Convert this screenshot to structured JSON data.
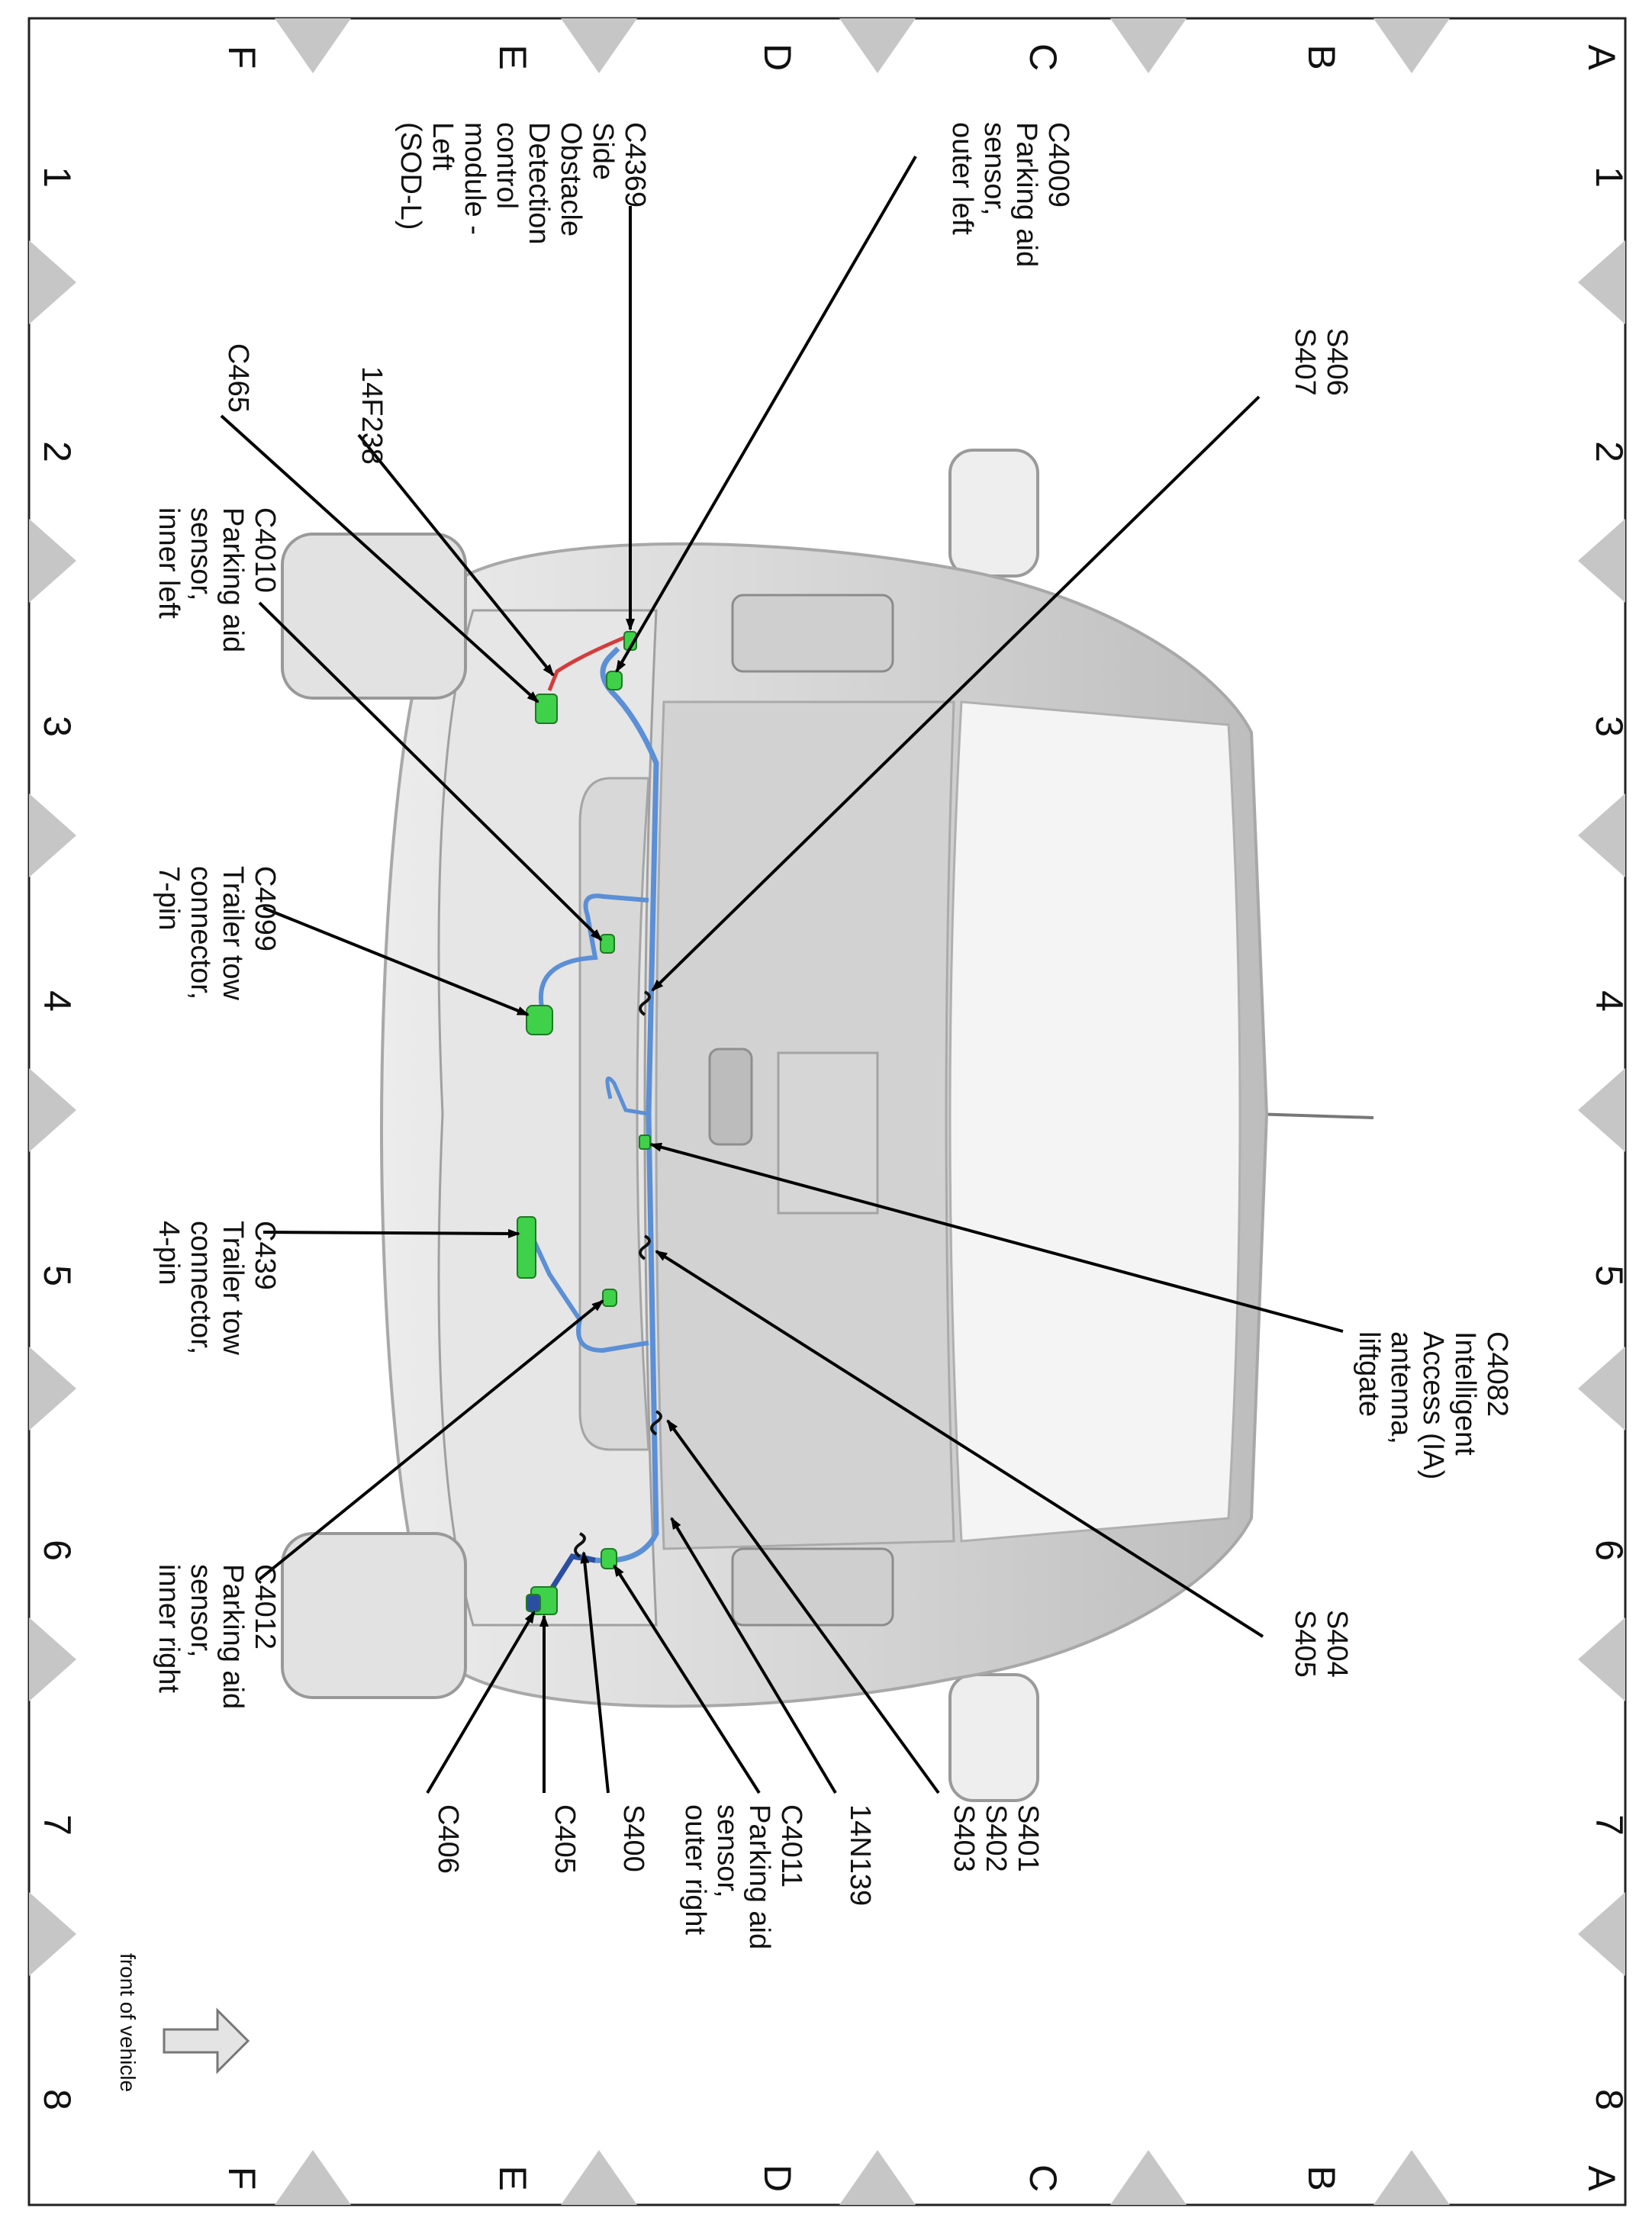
{
  "grid": {
    "rows": [
      "A",
      "B",
      "C",
      "D",
      "E",
      "F"
    ],
    "columns": [
      "1",
      "2",
      "3",
      "4",
      "5",
      "6",
      "7",
      "8"
    ]
  },
  "callouts": {
    "c4009": [
      "C4009",
      "Parking aid",
      "sensor,",
      "outer left"
    ],
    "c4369": [
      "C4369",
      "Side",
      "Obstacle",
      "Detection",
      "control",
      "module -",
      "Left",
      "(SOD-L)"
    ],
    "s406": [
      "S406",
      "S407"
    ],
    "f14f238": [
      "14F238"
    ],
    "c465": [
      "C465"
    ],
    "c4010": [
      "C4010",
      "Parking aid",
      "sensor,",
      "inner left"
    ],
    "c4099": [
      "C4099",
      "Trailer tow",
      "connector,",
      "7-pin"
    ],
    "c439": [
      "C439",
      "Trailer tow",
      "connector,",
      "4-pin"
    ],
    "c4082": [
      "C4082",
      "Intelligent",
      "Access (IA)",
      "antenna,",
      "liftgate"
    ],
    "c4012": [
      "C4012",
      "Parking aid",
      "sensor,",
      "inner right"
    ],
    "s404": [
      "S404",
      "S405"
    ],
    "s401": [
      "S401",
      "S402",
      "S403"
    ],
    "n14n139": [
      "14N139"
    ],
    "c4011": [
      "C4011",
      "Parking aid",
      "sensor,",
      "outer right"
    ],
    "s400": [
      "S400"
    ],
    "c405": [
      "C405"
    ],
    "c406": [
      "C406"
    ]
  },
  "orientation_note": "front of vehicle",
  "colors": {
    "harness_main": "#5b8fd6",
    "harness_dark": "#2b4fa0",
    "harness_red": "#d43c3c",
    "connector": "#3fd14a",
    "vehicle_body": "#d9d9d9",
    "grid_marker": "#c4c4c4"
  }
}
